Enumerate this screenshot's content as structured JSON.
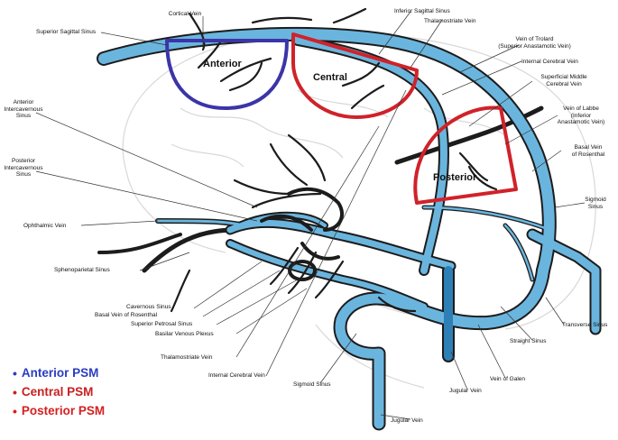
{
  "colors": {
    "vein": "#6ab5de",
    "vein_dark": "#2e7fb5",
    "outline": "#1c1c1c",
    "anterior": "#3b35a8",
    "central": "#d0222a",
    "posterior": "#d0222a",
    "legend_anterior": "#2a3dbf",
    "legend_central": "#c8201f",
    "legend_posterior": "#d61f1f"
  },
  "zones": {
    "anterior": "Anterior",
    "central": "Central",
    "posterior": "Posterior"
  },
  "legend": [
    {
      "label": "Anterior PSM",
      "color_key": "legend_anterior"
    },
    {
      "label": "Central PSM",
      "color_key": "legend_central"
    },
    {
      "label": "Posterior PSM",
      "color_key": "legend_posterior"
    }
  ],
  "labels": {
    "cortical_vein": "Cortical Vein",
    "superior_sagittal_sinus": "Superior Sagittal Sinus",
    "inferior_sagittal_sinus": "Inferior Sagittal Sinus",
    "thalamostriate_vein_top": "Thalamostriate Vein",
    "vein_of_trolard": "Vein of Trolard\n(Superior Anastamotic Vein)",
    "internal_cerebral_vein_top": "Internal Cerebral Vein",
    "superficial_middle_cerebral_vein": "Superficial Middle\nCerebral Vein",
    "vein_of_labbe": "Vein of Labbe\n(Inferior\nAnastamotic Vein)",
    "basal_vein_of_rosenthal_right": "Basal Vein\nof Rosenthal",
    "sigmoid_sinus_right": "Sigmoid\nSinus",
    "anterior_intercavernous_sinus": "Anterior\nIntercavernous\nSinus",
    "posterior_intercavernous_sinus": "Posterior\nIntercavernous\nSinus",
    "ophthalmic_vein": "Ophthalmic Vein",
    "sphenoparietal_sinus": "Sphenoparietal Sinus",
    "cavernous_sinus": "Cavernous Sinus",
    "basal_vein_of_rosenthal_bottom": "Basal Vein of Rosenthal",
    "superior_petrosal_sinus": "Superior Petrosal Sinus",
    "basilar_venous_plexus": "Basilar Venous Plexus",
    "thalamostriate_vein_bottom": "Thalamostriate Vein",
    "internal_cerebral_vein_bottom": "Internal Cerebral Vein",
    "sigmoid_sinus_bottom": "Sigmoid Sinus",
    "jugular_vein_mid": "Jugular Vein",
    "jugular_vein_bottom": "Jugular Vein",
    "vein_of_galen": "Vein of Galen",
    "straight_sinus": "Straight Sinus",
    "transverse_sinus": "Transverse Sinus"
  }
}
